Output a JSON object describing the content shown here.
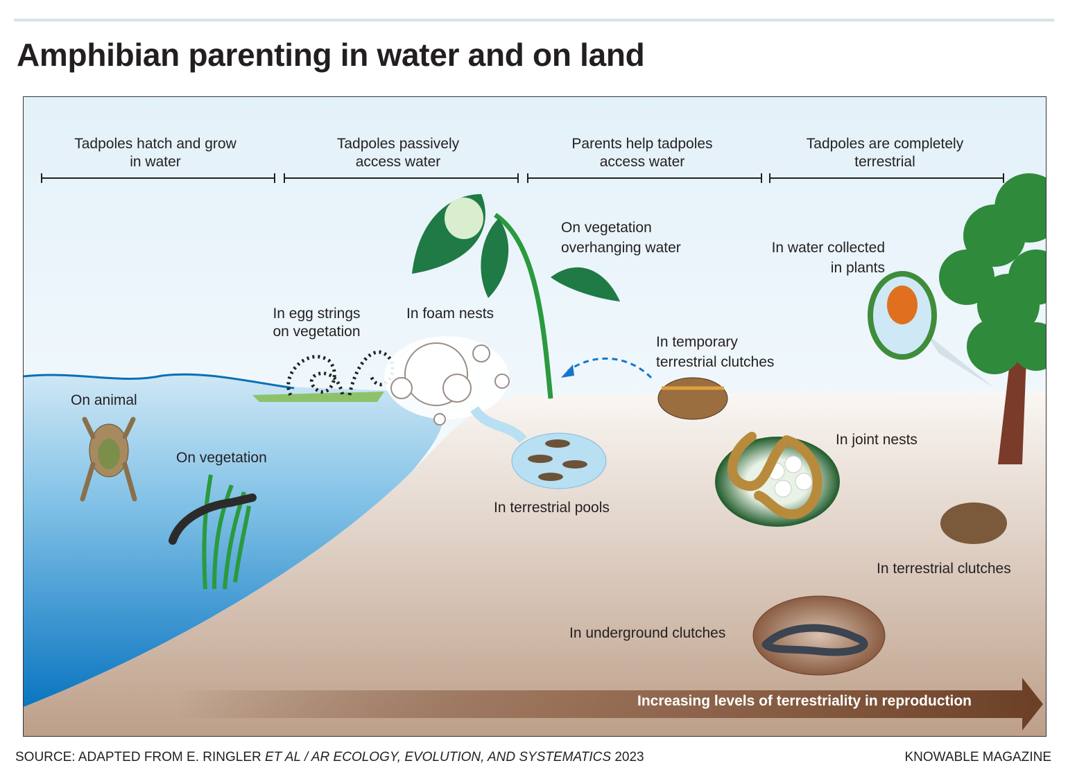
{
  "title": "Amphibian parenting in water and on land",
  "stages": [
    {
      "line1": "Tadpoles hatch and grow",
      "line2": "in water"
    },
    {
      "line1": "Tadpoles passively",
      "line2": "access water"
    },
    {
      "line1": "Parents help tadpoles",
      "line2": "access water"
    },
    {
      "line1": "Tadpoles are completely",
      "line2": "terrestrial"
    }
  ],
  "labels": {
    "on_animal": "On animal",
    "on_vegetation": "On vegetation",
    "egg_strings_1": "In egg strings",
    "egg_strings_2": "on vegetation",
    "foam_nests": "In foam nests",
    "overhanging_1": "On vegetation",
    "overhanging_2": "overhanging water",
    "plant_water_1": "In water collected",
    "plant_water_2": "in plants",
    "temporary_1": "In temporary",
    "temporary_2": "terrestrial clutches",
    "terrestrial_pools": "In terrestrial pools",
    "joint_nests": "In joint nests",
    "terrestrial_clutches": "In terrestrial clutches",
    "underground": "In underground clutches"
  },
  "arrow_label": "Increasing levels of terrestriality in reproduction",
  "footer": {
    "source_prefix": "SOURCE: ADAPTED FROM E. RINGLER ",
    "source_italic": "ET AL / AR ECOLOGY, EVOLUTION, AND SYSTEMATICS",
    "source_year": " 2023",
    "credit": "KNOWABLE MAGAZINE"
  },
  "colors": {
    "water": "#0a7bc4",
    "ground": "#c4a793",
    "arrow": "#6b3f25",
    "leaf": "#1f7a45"
  }
}
